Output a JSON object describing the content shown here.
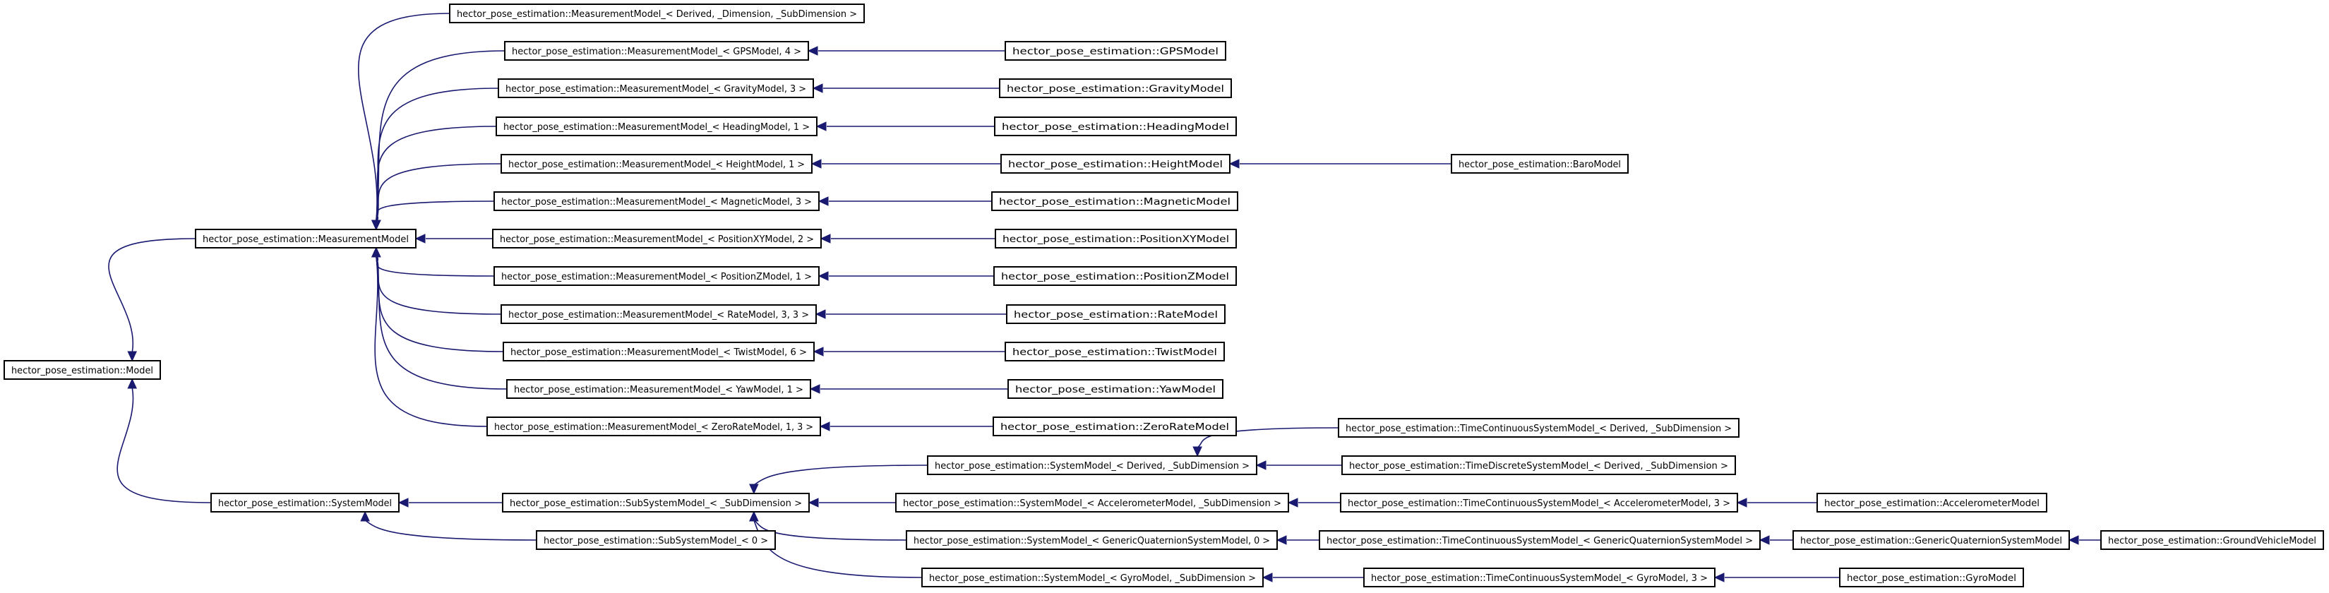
{
  "nodes": [
    {
      "id": "n_model",
      "label": "hector_pose_estimation::Model"
    },
    {
      "id": "n_mm",
      "label": "hector_pose_estimation::MeasurementModel"
    },
    {
      "id": "n_sm",
      "label": "hector_pose_estimation::SystemModel"
    },
    {
      "id": "n_mm_derived",
      "label": "hector_pose_estimation::MeasurementModel_< Derived, _Dimension, _SubDimension >"
    },
    {
      "id": "n_mm_gps",
      "label": "hector_pose_estimation::MeasurementModel_< GPSModel, 4 >"
    },
    {
      "id": "n_mm_gravity",
      "label": "hector_pose_estimation::MeasurementModel_< GravityModel, 3 >"
    },
    {
      "id": "n_mm_heading",
      "label": "hector_pose_estimation::MeasurementModel_< HeadingModel, 1 >"
    },
    {
      "id": "n_mm_height",
      "label": "hector_pose_estimation::MeasurementModel_< HeightModel, 1 >"
    },
    {
      "id": "n_mm_magnetic",
      "label": "hector_pose_estimation::MeasurementModel_< MagneticModel, 3 >"
    },
    {
      "id": "n_mm_posxy",
      "label": "hector_pose_estimation::MeasurementModel_< PositionXYModel, 2 >"
    },
    {
      "id": "n_mm_posz",
      "label": "hector_pose_estimation::MeasurementModel_< PositionZModel, 1 >"
    },
    {
      "id": "n_mm_rate",
      "label": "hector_pose_estimation::MeasurementModel_< RateModel, 3, 3 >"
    },
    {
      "id": "n_mm_twist",
      "label": "hector_pose_estimation::MeasurementModel_< TwistModel, 6 >"
    },
    {
      "id": "n_mm_yaw",
      "label": "hector_pose_estimation::MeasurementModel_< YawModel, 1 >"
    },
    {
      "id": "n_mm_zerorate",
      "label": "hector_pose_estimation::MeasurementModel_< ZeroRateModel, 1, 3 >"
    },
    {
      "id": "n_gps",
      "label": "hector_pose_estimation::GPSModel"
    },
    {
      "id": "n_gravity",
      "label": "hector_pose_estimation::GravityModel"
    },
    {
      "id": "n_heading",
      "label": "hector_pose_estimation::HeadingModel"
    },
    {
      "id": "n_height",
      "label": "hector_pose_estimation::HeightModel"
    },
    {
      "id": "n_baro",
      "label": "hector_pose_estimation::BaroModel"
    },
    {
      "id": "n_magnetic",
      "label": "hector_pose_estimation::MagneticModel"
    },
    {
      "id": "n_posxy",
      "label": "hector_pose_estimation::PositionXYModel"
    },
    {
      "id": "n_posz",
      "label": "hector_pose_estimation::PositionZModel"
    },
    {
      "id": "n_rate",
      "label": "hector_pose_estimation::RateModel"
    },
    {
      "id": "n_twist",
      "label": "hector_pose_estimation::TwistModel"
    },
    {
      "id": "n_yaw",
      "label": "hector_pose_estimation::YawModel"
    },
    {
      "id": "n_zerorate",
      "label": "hector_pose_estimation::ZeroRateModel"
    },
    {
      "id": "n_subsm",
      "label": "hector_pose_estimation::SubSystemModel_< _SubDimension >"
    },
    {
      "id": "n_subsm0",
      "label": "hector_pose_estimation::SubSystemModel_< 0 >"
    },
    {
      "id": "n_sm_derived",
      "label": "hector_pose_estimation::SystemModel_< Derived, _SubDimension >"
    },
    {
      "id": "n_sm_accel",
      "label": "hector_pose_estimation::SystemModel_< AccelerometerModel, _SubDimension >"
    },
    {
      "id": "n_sm_gq",
      "label": "hector_pose_estimation::SystemModel_< GenericQuaternionSystemModel, 0 >"
    },
    {
      "id": "n_sm_gyro",
      "label": "hector_pose_estimation::SystemModel_< GyroModel, _SubDimension >"
    },
    {
      "id": "n_tcsm_derived",
      "label": "hector_pose_estimation::TimeContinuousSystemModel_< Derived, _SubDimension >"
    },
    {
      "id": "n_tdsm_derived",
      "label": "hector_pose_estimation::TimeDiscreteSystemModel_< Derived, _SubDimension >"
    },
    {
      "id": "n_tcsm_accel",
      "label": "hector_pose_estimation::TimeContinuousSystemModel_< AccelerometerModel, 3 >"
    },
    {
      "id": "n_tcsm_gq",
      "label": "hector_pose_estimation::TimeContinuousSystemModel_< GenericQuaternionSystemModel >"
    },
    {
      "id": "n_tcsm_gyro",
      "label": "hector_pose_estimation::TimeContinuousSystemModel_< GyroModel, 3 >"
    },
    {
      "id": "n_accel",
      "label": "hector_pose_estimation::AccelerometerModel"
    },
    {
      "id": "n_gq",
      "label": "hector_pose_estimation::GenericQuaternionSystemModel"
    },
    {
      "id": "n_ground",
      "label": "hector_pose_estimation::GroundVehicleModel"
    },
    {
      "id": "n_gyro",
      "label": "hector_pose_estimation::GyroModel"
    }
  ],
  "edges": [
    {
      "from": "n_mm",
      "to": "n_model"
    },
    {
      "from": "n_sm",
      "to": "n_model"
    },
    {
      "from": "n_mm_derived",
      "to": "n_mm"
    },
    {
      "from": "n_mm_gps",
      "to": "n_mm"
    },
    {
      "from": "n_mm_gravity",
      "to": "n_mm"
    },
    {
      "from": "n_mm_heading",
      "to": "n_mm"
    },
    {
      "from": "n_mm_height",
      "to": "n_mm"
    },
    {
      "from": "n_mm_magnetic",
      "to": "n_mm"
    },
    {
      "from": "n_mm_posxy",
      "to": "n_mm"
    },
    {
      "from": "n_mm_posz",
      "to": "n_mm"
    },
    {
      "from": "n_mm_rate",
      "to": "n_mm"
    },
    {
      "from": "n_mm_twist",
      "to": "n_mm"
    },
    {
      "from": "n_mm_yaw",
      "to": "n_mm"
    },
    {
      "from": "n_mm_zerorate",
      "to": "n_mm"
    },
    {
      "from": "n_gps",
      "to": "n_mm_gps"
    },
    {
      "from": "n_gravity",
      "to": "n_mm_gravity"
    },
    {
      "from": "n_heading",
      "to": "n_mm_heading"
    },
    {
      "from": "n_height",
      "to": "n_mm_height"
    },
    {
      "from": "n_baro",
      "to": "n_height"
    },
    {
      "from": "n_magnetic",
      "to": "n_mm_magnetic"
    },
    {
      "from": "n_posxy",
      "to": "n_mm_posxy"
    },
    {
      "from": "n_posz",
      "to": "n_mm_posz"
    },
    {
      "from": "n_rate",
      "to": "n_mm_rate"
    },
    {
      "from": "n_twist",
      "to": "n_mm_twist"
    },
    {
      "from": "n_yaw",
      "to": "n_mm_yaw"
    },
    {
      "from": "n_zerorate",
      "to": "n_mm_zerorate"
    },
    {
      "from": "n_subsm",
      "to": "n_sm"
    },
    {
      "from": "n_subsm0",
      "to": "n_sm"
    },
    {
      "from": "n_sm_derived",
      "to": "n_subsm"
    },
    {
      "from": "n_sm_accel",
      "to": "n_subsm"
    },
    {
      "from": "n_sm_gq",
      "to": "n_subsm"
    },
    {
      "from": "n_sm_gyro",
      "to": "n_subsm"
    },
    {
      "from": "n_tcsm_derived",
      "to": "n_sm_derived"
    },
    {
      "from": "n_tdsm_derived",
      "to": "n_sm_derived"
    },
    {
      "from": "n_tcsm_accel",
      "to": "n_sm_accel"
    },
    {
      "from": "n_tcsm_gq",
      "to": "n_sm_gq"
    },
    {
      "from": "n_tcsm_gyro",
      "to": "n_sm_gyro"
    },
    {
      "from": "n_accel",
      "to": "n_tcsm_accel"
    },
    {
      "from": "n_gq",
      "to": "n_tcsm_gq"
    },
    {
      "from": "n_ground",
      "to": "n_gq"
    },
    {
      "from": "n_gyro",
      "to": "n_tcsm_gyro"
    }
  ]
}
